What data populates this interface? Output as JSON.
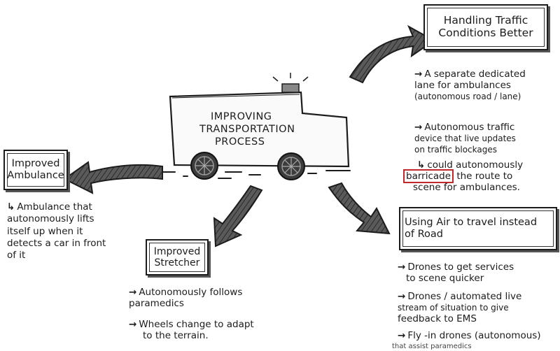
{
  "center": {
    "title_lines": [
      "IMPROVING",
      "TRANSPORTATION",
      "PROCESS"
    ]
  },
  "traffic": {
    "title_lines": [
      "Handling Traffic",
      "Conditions Better"
    ],
    "items": [
      {
        "lines": [
          "A separate dedicated",
          "lane for ambulances",
          "(autonomous road / lane)"
        ]
      },
      {
        "lines": [
          "Autonomous traffic",
          "device that live updates",
          "on traffic blockages"
        ]
      }
    ],
    "sub_item": {
      "line1": "could autonomously",
      "highlight": "barricade",
      "line2_rest": "the route to",
      "line3": "scene for ambulances."
    }
  },
  "ambulance": {
    "title_lines": [
      "Improved",
      "Ambulance"
    ],
    "note_lines": [
      "Ambulance that",
      "autonomously lifts",
      "itself up when it",
      "detects a car in front",
      "of it"
    ]
  },
  "stretcher": {
    "title_lines": [
      "Improved",
      "Stretcher"
    ],
    "items": [
      {
        "lines": [
          "Autonomously follows",
          "paramedics"
        ]
      },
      {
        "lines": [
          "Wheels change to adapt",
          "to the terrain."
        ]
      }
    ]
  },
  "air": {
    "title_lines": [
      "Using Air to travel instead",
      "of Road"
    ],
    "items": [
      {
        "lines": [
          "Drones to get services",
          "to scene quicker"
        ]
      },
      {
        "lines": [
          "Drones / automated live",
          "stream of situation to give",
          "feedback to EMS"
        ]
      },
      {
        "lines": [
          "Fly -in drones (autonomous)"
        ]
      }
    ],
    "cutoff_text": "that assist paramedics"
  },
  "symbols": {
    "bullet": "→",
    "sub_bullet": "↳"
  },
  "colors": {
    "ink": "#1c1c1c",
    "arrow_fill": "#4a4a4a",
    "highlight_border": "#c0282a"
  }
}
